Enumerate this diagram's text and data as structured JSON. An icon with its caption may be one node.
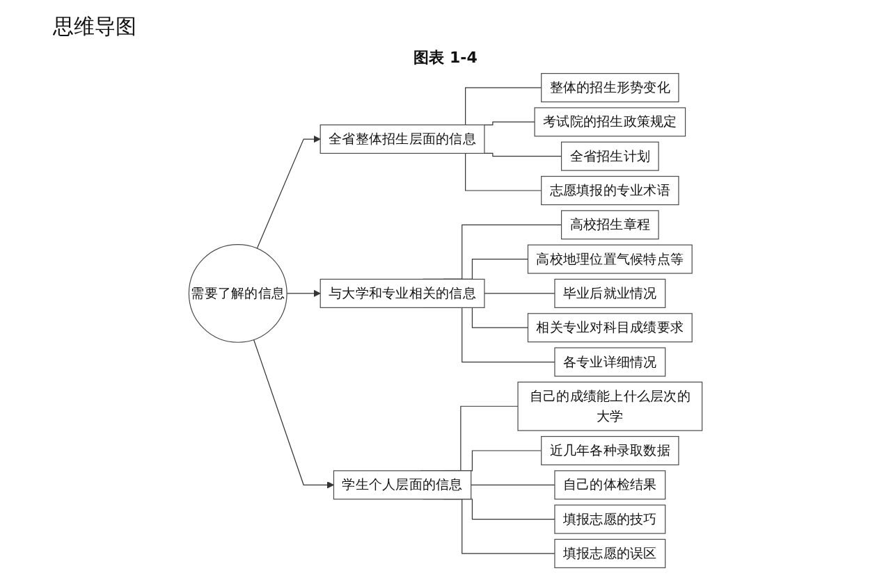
{
  "diagram": {
    "title": "思维导图",
    "nodes": [
      {
        "text": [
          "需要了解的信息"
        ]
      },
      {
        "text": [
          "全省整体招生层面的信息"
        ]
      },
      {
        "text": [
          "整体的招生形势变化"
        ]
      },
      {
        "text": [
          "考试院的招生政策规定"
        ]
      },
      {
        "text": [
          "全省招生计划"
        ]
      },
      {
        "text": [
          "志愿填报的专业术语"
        ]
      },
      {
        "text": [
          "与大学和专业相关的信息"
        ]
      },
      {
        "text": [
          "高校招生章程"
        ]
      },
      {
        "text": [
          "高校地理位置气候特点等"
        ]
      },
      {
        "text": [
          "毕业后就业情况"
        ]
      },
      {
        "text": [
          "相关专业对科目成绩要求"
        ]
      },
      {
        "text": [
          "各专业详细情况"
        ]
      },
      {
        "text": [
          "学生个人层面的信息"
        ]
      },
      {
        "text": [
          "自己的成绩能上什么层次的大学"
        ]
      },
      {
        "text": [
          "近几年各种录取数据"
        ]
      },
      {
        "text": [
          "自己的体检结果"
        ]
      },
      {
        "text": [
          "填报志愿的技巧"
        ]
      },
      {
        "text": [
          "填报志愿的误区"
        ]
      }
    ],
    "edges": [
      {
        "from": 0,
        "to": 1,
        "arrow": "to"
      },
      {
        "from": 0,
        "to": 6,
        "arrow": "to"
      },
      {
        "from": 0,
        "to": 12,
        "arrow": "to"
      },
      {
        "from": 1,
        "to": 2,
        "arrow": "none"
      },
      {
        "from": 1,
        "to": 3,
        "arrow": "none"
      },
      {
        "from": 1,
        "to": 4,
        "arrow": "none"
      },
      {
        "from": 1,
        "to": 5,
        "arrow": "none"
      },
      {
        "from": 6,
        "to": 7,
        "arrow": "none"
      },
      {
        "from": 6,
        "to": 8,
        "arrow": "none"
      },
      {
        "from": 6,
        "to": 9,
        "arrow": "none"
      },
      {
        "from": 6,
        "to": 10,
        "arrow": "none"
      },
      {
        "from": 6,
        "to": 11,
        "arrow": "none"
      },
      {
        "from": 12,
        "to": 13,
        "arrow": "none"
      },
      {
        "from": 12,
        "to": 14,
        "arrow": "none"
      },
      {
        "from": 12,
        "to": 15,
        "arrow": "none"
      },
      {
        "from": 12,
        "to": 16,
        "arrow": "none"
      },
      {
        "from": 12,
        "to": 17,
        "arrow": "none"
      }
    ],
    "labels": [
      "图表 1-4"
    ]
  }
}
